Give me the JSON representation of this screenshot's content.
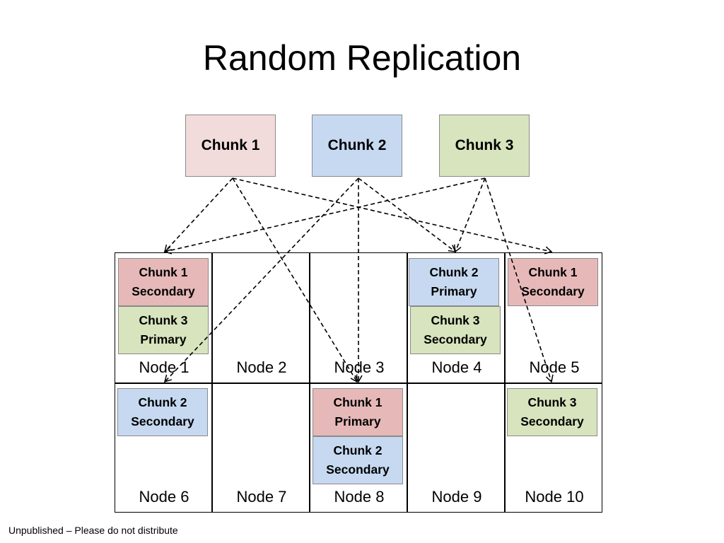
{
  "title": "Random Replication",
  "footer": "Unpublished – Please do not distribute",
  "colors": {
    "chunk1": "#f2dcdb",
    "chunk2": "#c6d9f1",
    "chunk3": "#d7e4bd",
    "chunk1_replica": "#e6b9b8",
    "chunk2_replica": "#c6d9f1",
    "chunk3_replica": "#d7e4bd"
  },
  "chunks": [
    {
      "label": "Chunk 1"
    },
    {
      "label": "Chunk 2"
    },
    {
      "label": "Chunk 3"
    }
  ],
  "nodes": [
    "Node 1",
    "Node 2",
    "Node 3",
    "Node 4",
    "Node 5",
    "Node 6",
    "Node 7",
    "Node 8",
    "Node 9",
    "Node 10"
  ],
  "replicas": [
    {
      "chunk": "Chunk 1",
      "role": "Secondary"
    },
    {
      "chunk": "Chunk 3",
      "role": "Primary"
    },
    {
      "chunk": "Chunk 2",
      "role": "Primary"
    },
    {
      "chunk": "Chunk 3",
      "role": "Secondary"
    },
    {
      "chunk": "Chunk 1",
      "role": "Secondary"
    },
    {
      "chunk": "Chunk 2",
      "role": "Secondary"
    },
    {
      "chunk": "Chunk 1",
      "role": "Primary"
    },
    {
      "chunk": "Chunk 2",
      "role": "Secondary"
    },
    {
      "chunk": "Chunk 3",
      "role": "Secondary"
    }
  ]
}
